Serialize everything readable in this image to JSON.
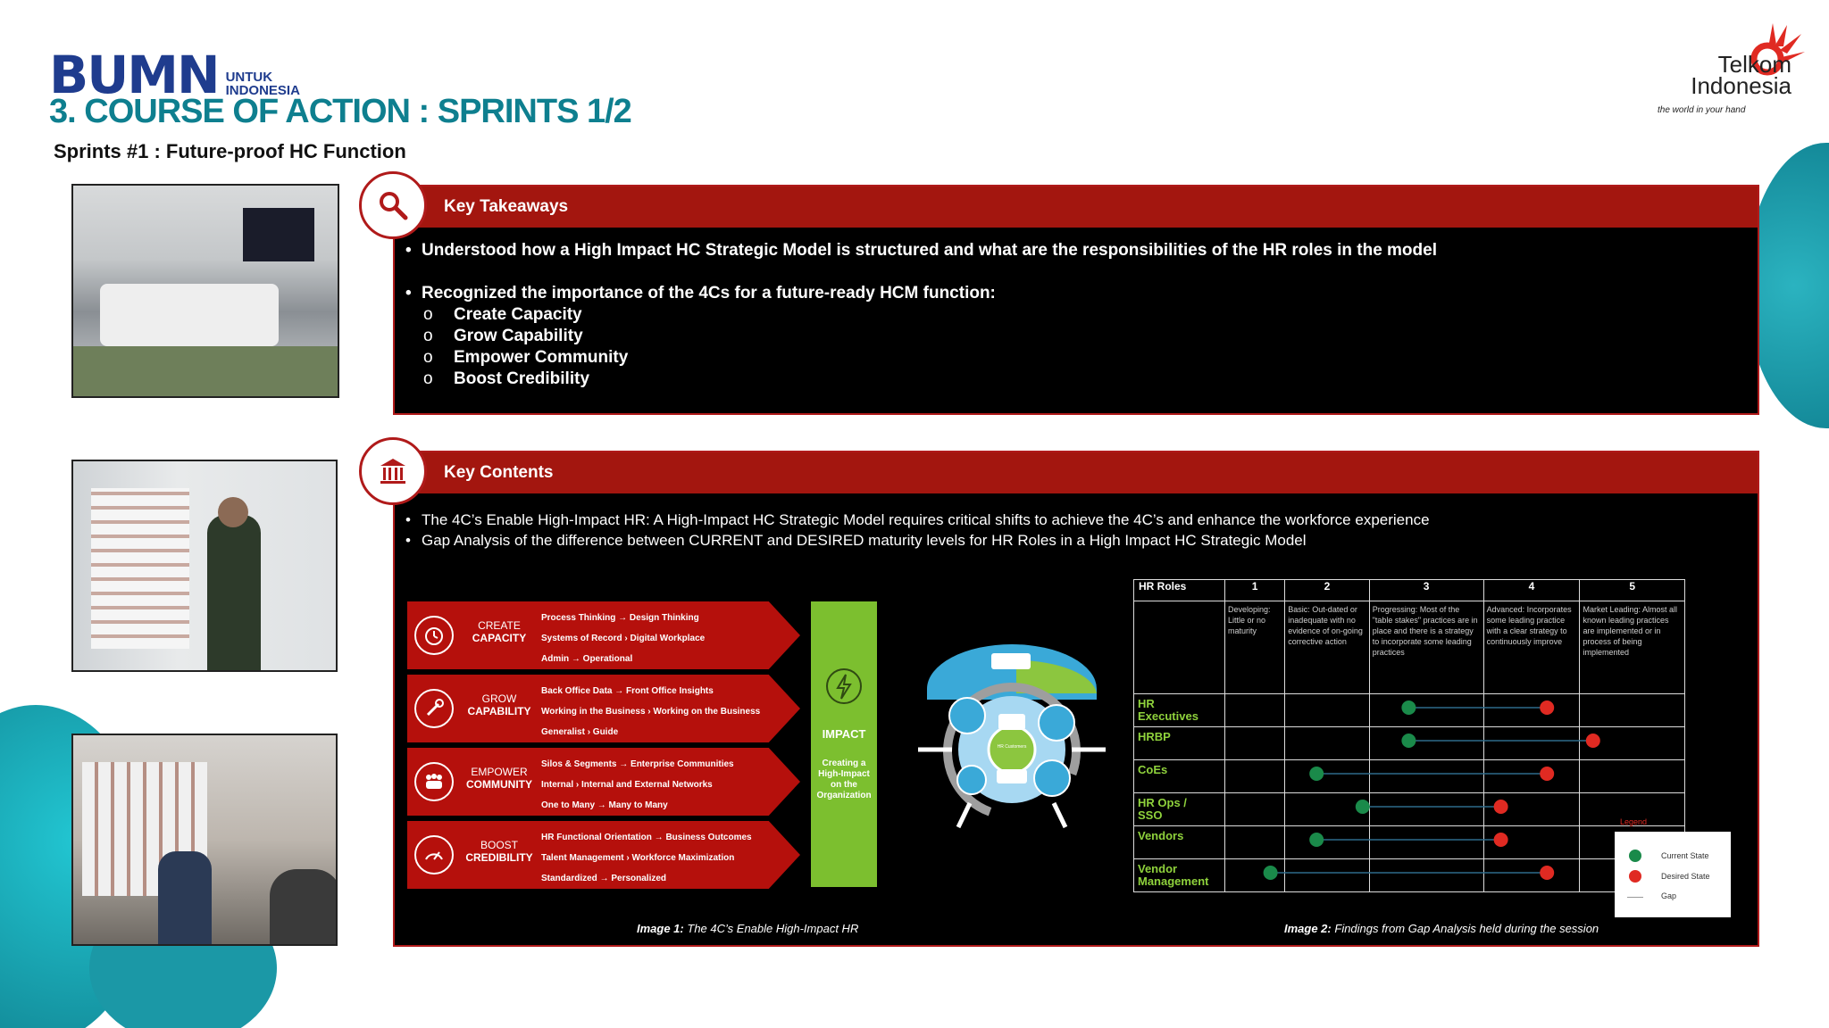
{
  "header": {
    "logo_mark": "BUMN",
    "logo_sub_1": "UNTUK",
    "logo_sub_2": "INDONESIA",
    "title": "3. COURSE OF ACTION : SPRINTS 1/2",
    "subtitle": "Sprints #1 : Future-proof HC Function",
    "telkom_line1": "Telkom",
    "telkom_line2": "Indonesia",
    "telkom_tagline": "the world in your hand"
  },
  "colors": {
    "brand_red": "#a3160f",
    "teal": "#0e7f8f",
    "green": "#7cbf2f",
    "current_state": "#1a8a4a",
    "desired_state": "#e02a22"
  },
  "takeaways": {
    "heading": "Key Takeaways",
    "icon": "magnifier-icon",
    "bullet1": "Understood how a High Impact HC Strategic Model is structured and what are the responsibilities of the HR roles in the model",
    "bullet2": "Recognized the importance of the 4Cs for a future-ready HCM function:",
    "subs": [
      "Create Capacity",
      "Grow Capability",
      "Empower Community",
      "Boost Credibility"
    ]
  },
  "contents": {
    "heading": "Key Contents",
    "icon": "bank-building-icon",
    "bullet1": "The 4C’s Enable High-Impact HR: A High-Impact HC Strategic Model requires critical shifts to achieve the 4C’s and enhance the workforce experience",
    "bullet2": "Gap Analysis of the difference between CURRENT and DESIRED maturity levels for HR Roles in a High Impact HC Strategic Model"
  },
  "four_c": [
    {
      "label1": "CREATE",
      "label2": "CAPACITY",
      "icon": "clock-icon",
      "lines": [
        "Process Thinking → Design Thinking",
        "Systems of Record  › Digital Workplace",
        "Admin → Operational"
      ]
    },
    {
      "label1": "GROW",
      "label2": "CAPABILITY",
      "icon": "wrench-icon",
      "lines": [
        "Back Office Data → Front Office Insights",
        "Working in the Business  › Working on the Business",
        "Generalist  › Guide"
      ]
    },
    {
      "label1": "EMPOWER",
      "label2": "COMMUNITY",
      "icon": "people-icon",
      "lines": [
        "Silos & Segments → Enterprise Communities",
        "Internal  › Internal and External Networks",
        "One to Many → Many to Many"
      ]
    },
    {
      "label1": "BOOST",
      "label2": "CREDIBILITY",
      "icon": "gauge-icon",
      "lines": [
        "HR Functional Orientation → Business Outcomes",
        "Talent Management  › Workforce Maximization",
        "Standardized → Personalized"
      ]
    }
  ],
  "impact": {
    "title": "IMPACT",
    "text1": "Creating a",
    "text2": "High-Impact",
    "text3": "on the",
    "text4": "Organization"
  },
  "diagram": {
    "center": "HR Customers"
  },
  "gap_table": {
    "header": [
      "HR Roles",
      "1",
      "2",
      "3",
      "4",
      "5"
    ],
    "descriptions": [
      "Developing: Little or no maturity",
      "Basic: Out-dated or inadequate with no evidence of on-going corrective action",
      "Progressing: Most of the \"table stakes\" practices are in place and there is a strategy to incorporate some leading practices",
      "Advanced: Incorporates some leading practice with a clear strategy to continuously improve",
      "Market Leading: Almost all known leading practices are implemented or in process of being implemented"
    ],
    "roles": [
      {
        "name1": "HR",
        "name2": "Executives",
        "current": 3,
        "desired": 4.5
      },
      {
        "name1": "HRBP",
        "name2": "",
        "current": 3,
        "desired": 5
      },
      {
        "name1": "CoEs",
        "name2": "",
        "current": 2,
        "desired": 4.5
      },
      {
        "name1": "HR Ops /",
        "name2": "SSO",
        "current": 2.5,
        "desired": 4
      },
      {
        "name1": "Vendors",
        "name2": "",
        "current": 2,
        "desired": 4
      },
      {
        "name1": "Vendor",
        "name2": "Management",
        "current": 1.5,
        "desired": 4.5
      }
    ],
    "legend": {
      "title": "Legend",
      "current": "Current State",
      "desired": "Desired State",
      "gap": "Gap"
    }
  },
  "captions": {
    "img1_label": "Image 1:",
    "img1_text": "The 4C’s Enable High-Impact HR",
    "img2_label": "Image 2:",
    "img2_text": "Findings from Gap Analysis held during the session"
  }
}
